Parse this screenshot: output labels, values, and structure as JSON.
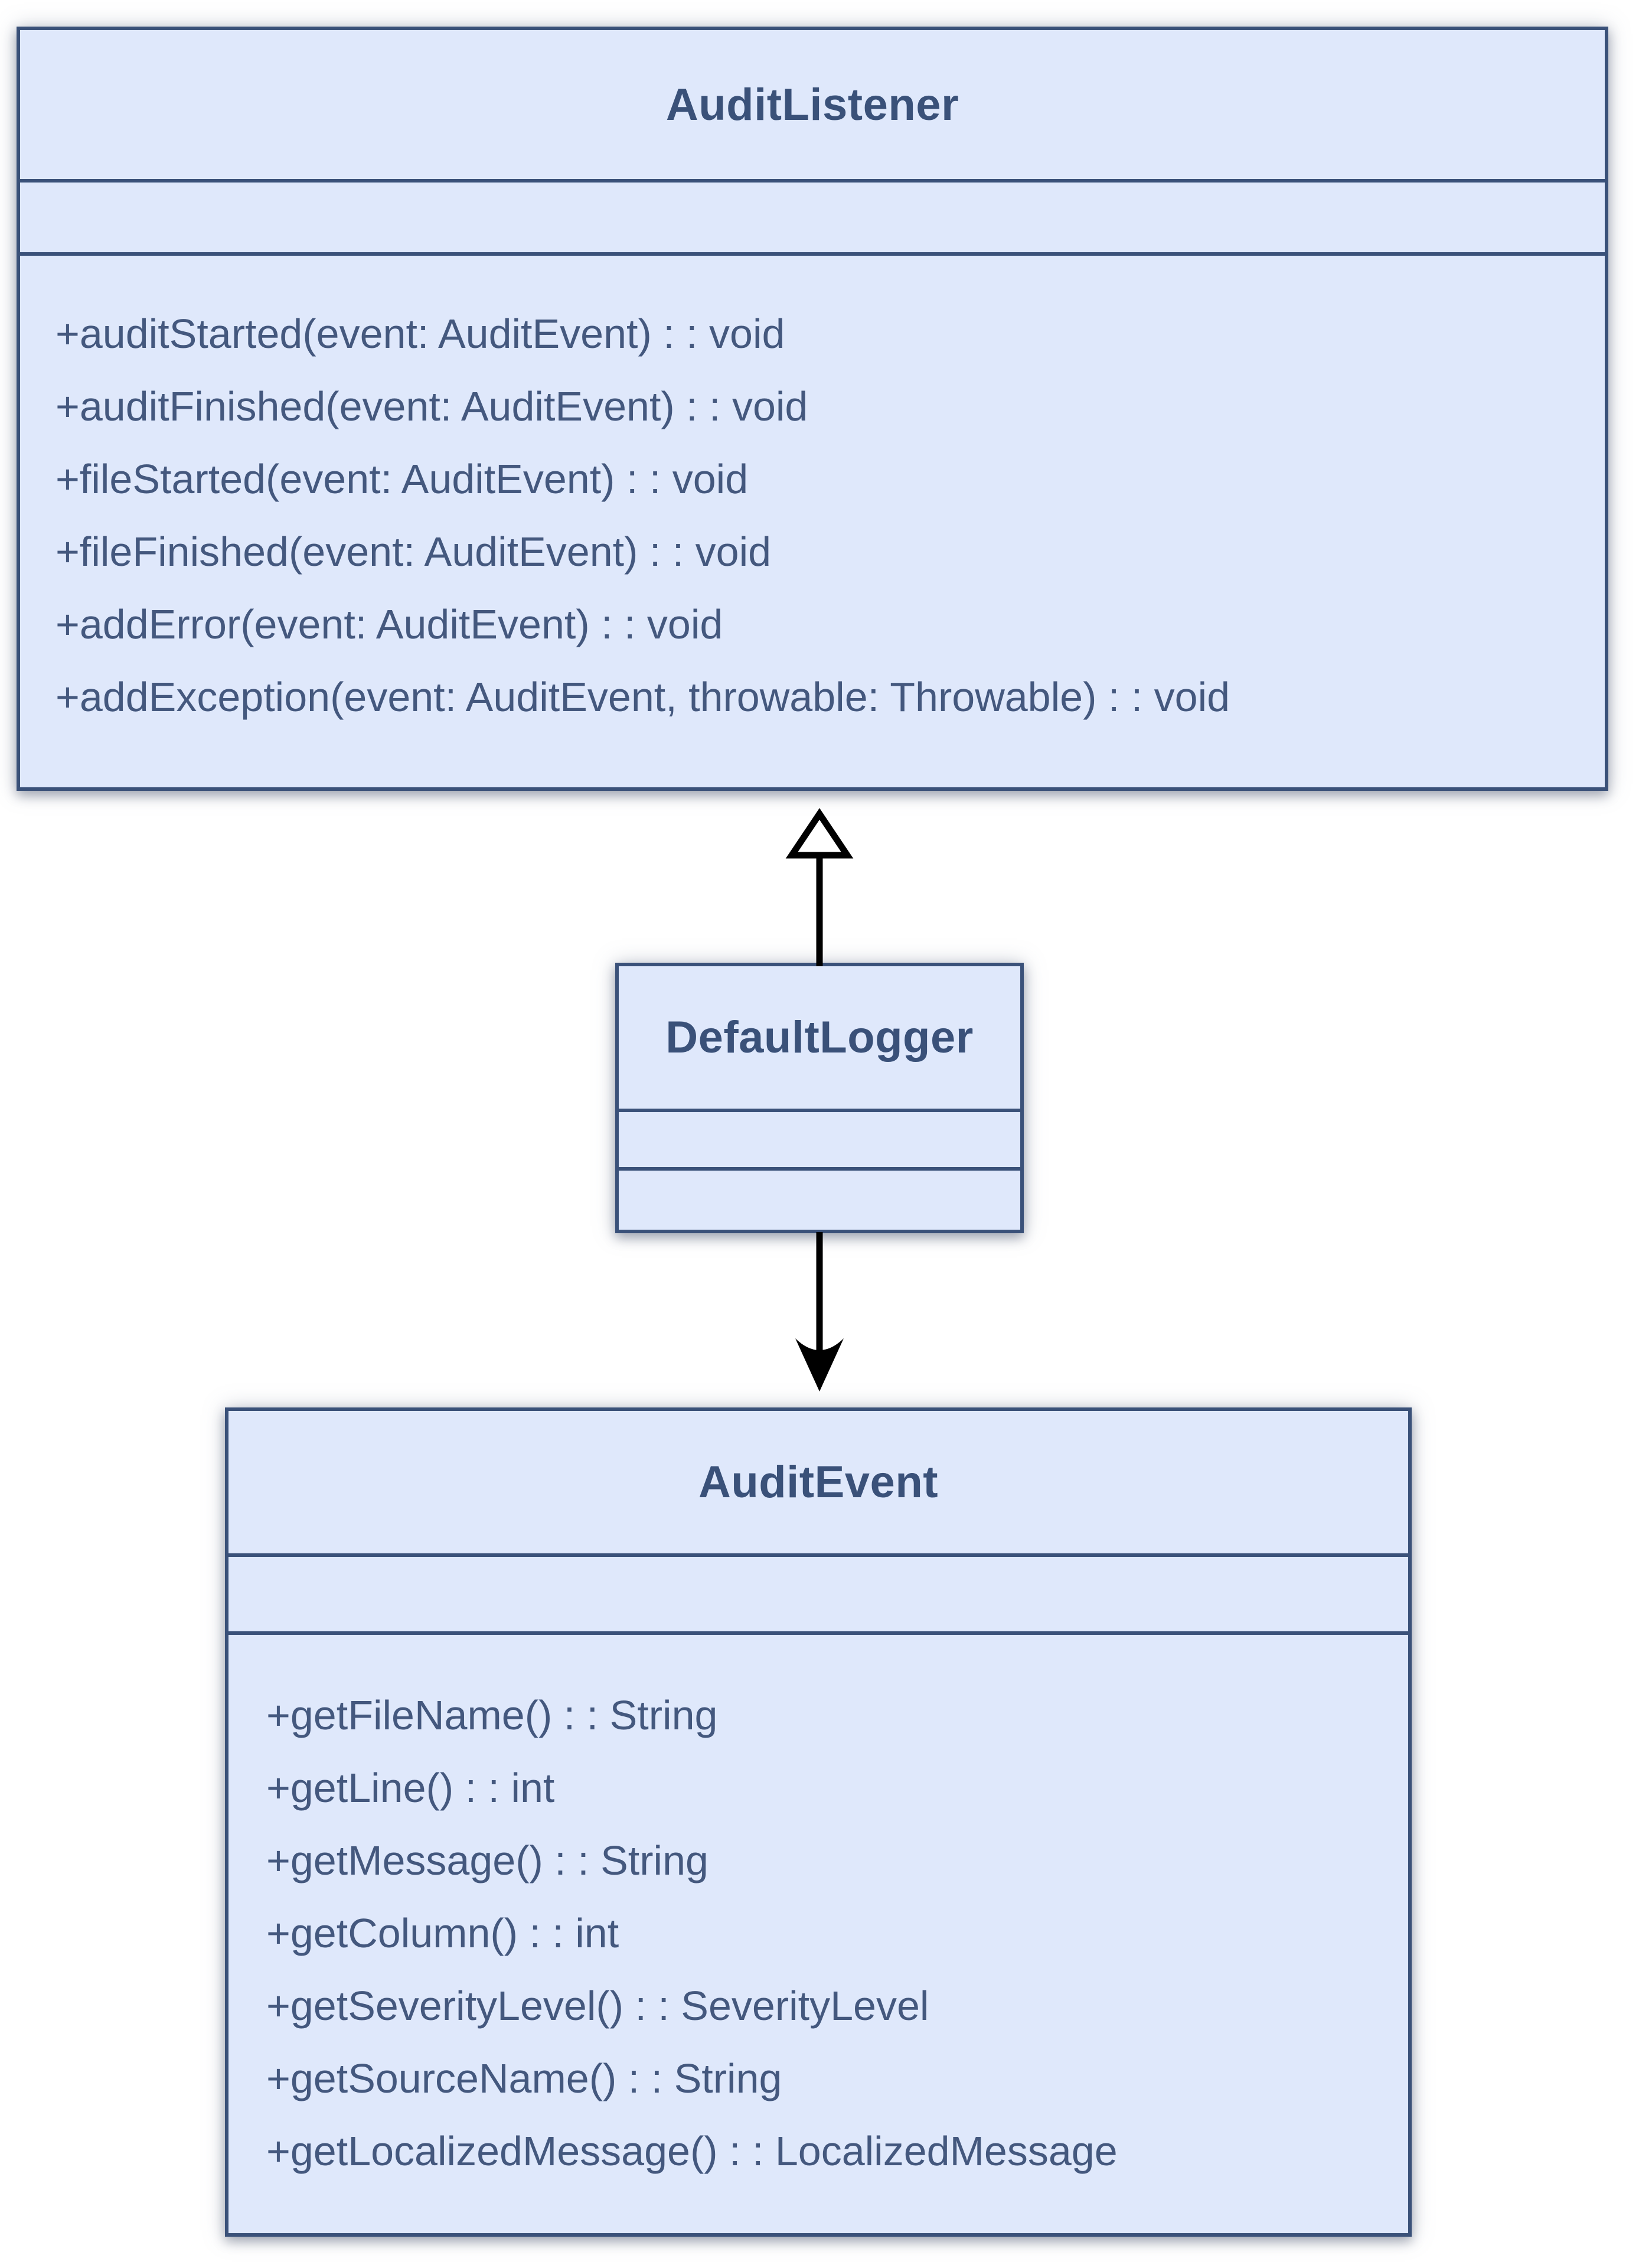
{
  "diagram": {
    "type": "uml-class-diagram",
    "background": "#ffffff",
    "colors": {
      "box_fill": "#dfe8fb",
      "box_border": "#3a5179",
      "title_text": "#3a5179",
      "member_text": "#44587e",
      "arrow": "#000000",
      "triangle_fill": "#ffffff"
    },
    "classes": [
      {
        "name": "AuditListener",
        "attributes": [],
        "methods": [
          "+auditStarted(event: AuditEvent) : : void",
          "+auditFinished(event: AuditEvent) : : void",
          "+fileStarted(event: AuditEvent) : : void",
          "+fileFinished(event: AuditEvent) : : void",
          "+addError(event: AuditEvent) : : void",
          "+addException(event: AuditEvent, throwable: Throwable) : : void"
        ]
      },
      {
        "name": "DefaultLogger",
        "attributes": [],
        "methods": []
      },
      {
        "name": "AuditEvent",
        "attributes": [],
        "methods": [
          "+getFileName() : : String",
          "+getLine() : : int",
          "+getMessage() : : String",
          "+getColumn() : : int",
          "+getSeverityLevel() : : SeverityLevel",
          "+getSourceName() : : String",
          "+getLocalizedMessage() : : LocalizedMessage"
        ]
      }
    ],
    "relationships": [
      {
        "from": "DefaultLogger",
        "to": "AuditListener",
        "type": "realization",
        "arrowhead": "hollow-triangle"
      },
      {
        "from": "DefaultLogger",
        "to": "AuditEvent",
        "type": "directed-association",
        "arrowhead": "filled-open-arrow"
      }
    ]
  }
}
